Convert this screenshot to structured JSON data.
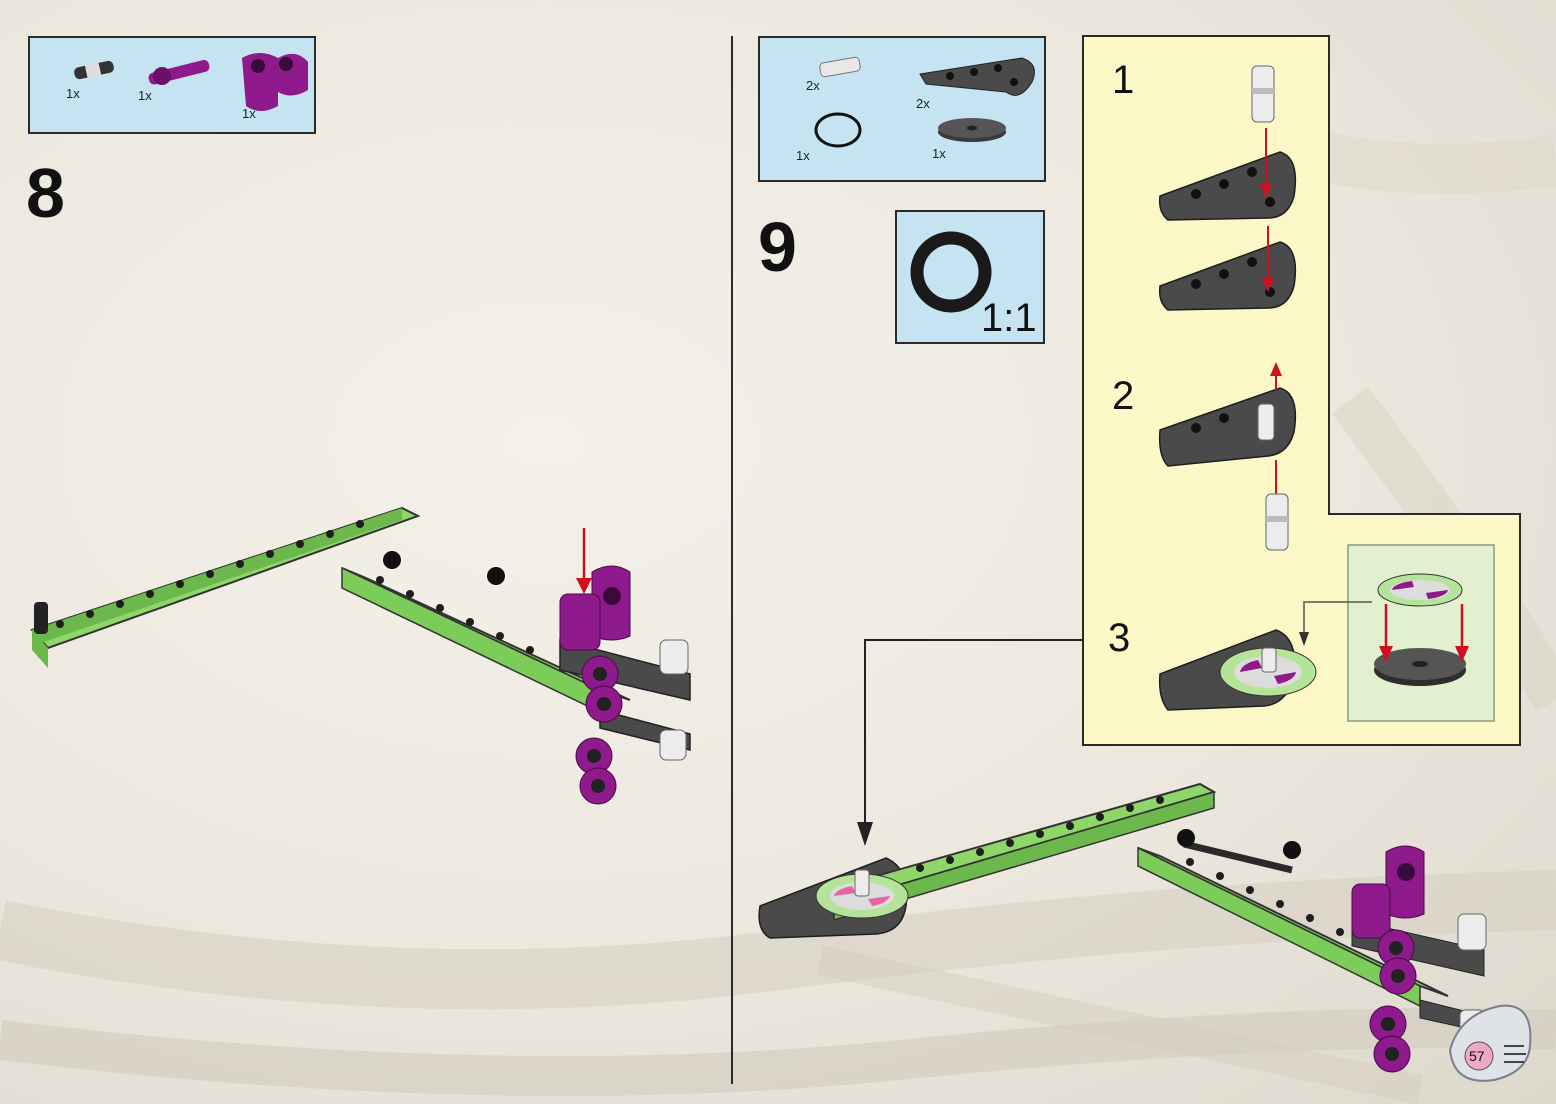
{
  "steps": [
    {
      "number": "8",
      "parts": [
        {
          "name": "connector-peg",
          "qty": "1x"
        },
        {
          "name": "axle-pin",
          "qty": "1x"
        },
        {
          "name": "cross-block",
          "qty": "1x"
        }
      ]
    },
    {
      "number": "9",
      "parts": [
        {
          "name": "axle-peg",
          "qty": "2x"
        },
        {
          "name": "triangle-beam",
          "qty": "2x"
        },
        {
          "name": "rubber-ring",
          "qty": "1x"
        },
        {
          "name": "turntable-disc",
          "qty": "1x"
        }
      ],
      "scale_label": "1:1",
      "substeps": [
        "1",
        "2",
        "3"
      ]
    }
  ],
  "page_number": "57",
  "colors": {
    "parts_box": "#c6e3f2",
    "sub_panel": "#fcf7c6",
    "lime_beam": "#a7e57c",
    "magenta": "#8e1a8c",
    "dark_gray": "#4a4a4a",
    "arrow_red": "#d01020"
  }
}
